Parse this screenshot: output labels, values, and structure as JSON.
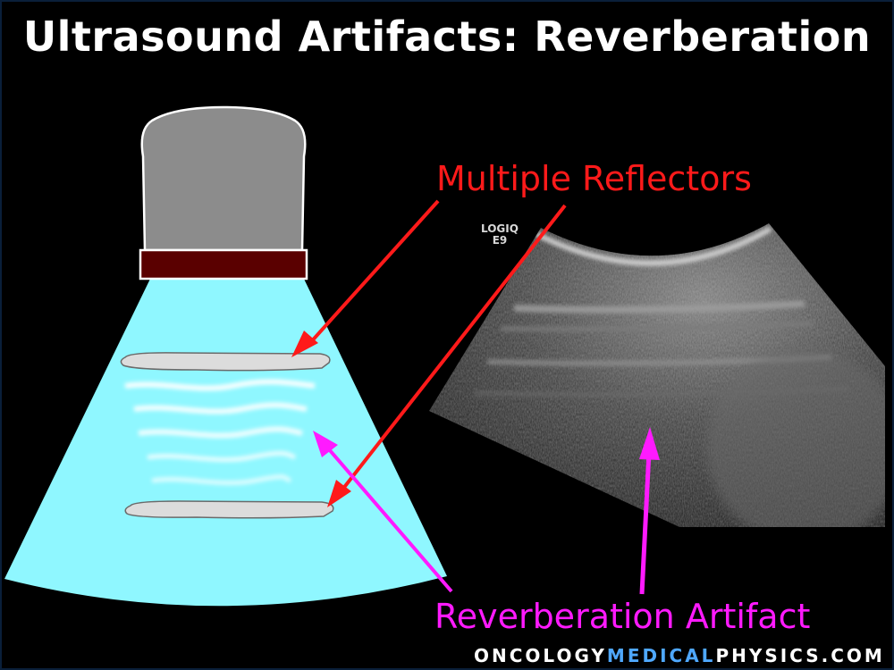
{
  "title": "Ultrasound Artifacts: Reverberation",
  "labels": {
    "multiple_reflectors": "Multiple Reflectors",
    "reverberation_artifact": "Reverberation Artifact"
  },
  "ultrasound_image": {
    "machine_label_line1": "LOGIQ",
    "machine_label_line2": "E9"
  },
  "footer": {
    "part1": "ONCOLOGY",
    "part2": "MEDICAL",
    "part3": "PHYSICS.COM"
  },
  "colors": {
    "background": "#000000",
    "beam": "#8ff7ff",
    "transducer_body": "#8c8c8c",
    "transducer_face": "#5a0000",
    "reflector": "#dcdcdc",
    "arrow_red": "#ff1a1a",
    "arrow_magenta": "#ff1aff",
    "footer_accent": "#4fa8ff"
  }
}
